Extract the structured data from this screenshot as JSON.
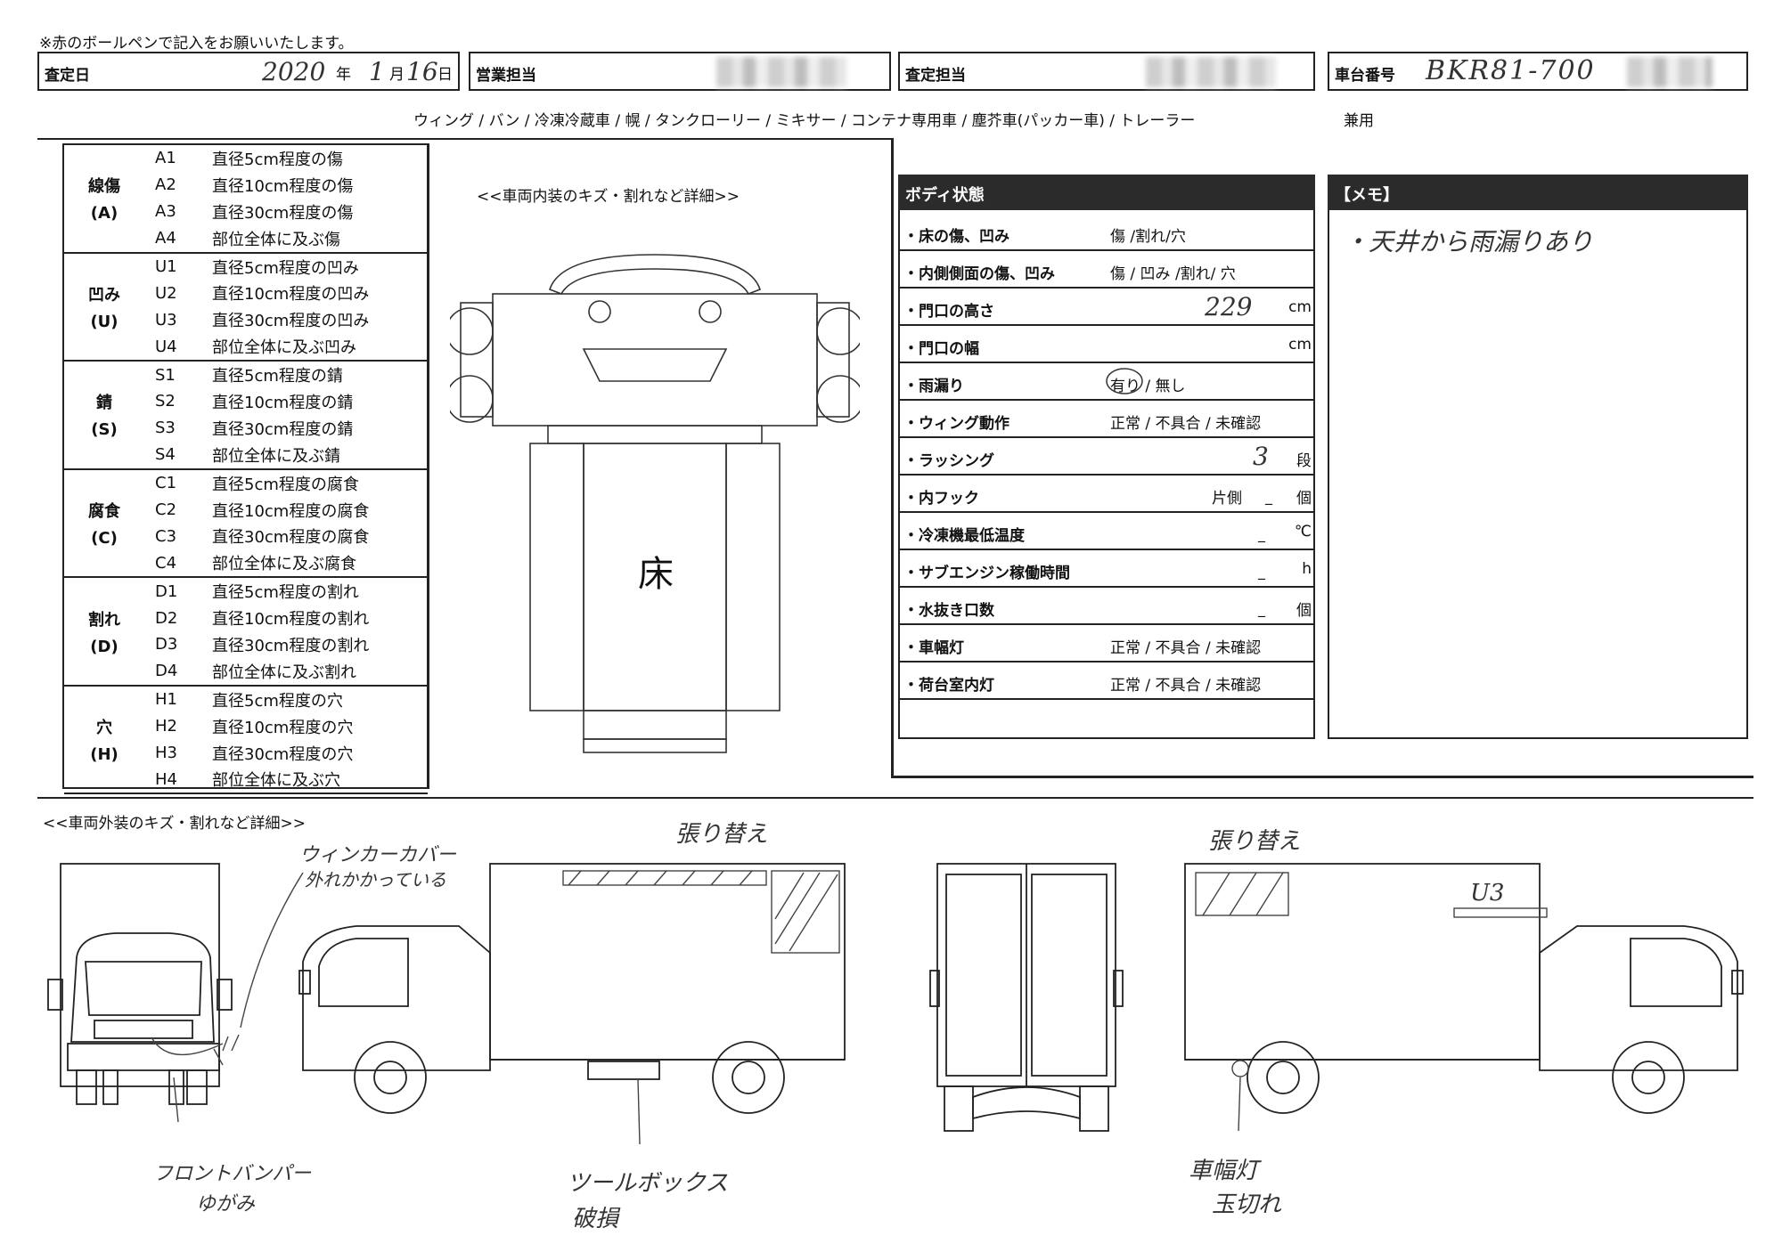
{
  "top_note": "※赤のボールペンで記入をお願いいたします。",
  "header": {
    "date_label": "査定日",
    "date_year": "2020",
    "date_year_unit": "年",
    "date_month": "1",
    "date_month_unit": "月",
    "date_day": "16",
    "date_day_unit": "日",
    "sales_label": "営業担当",
    "assessor_label": "査定担当",
    "chassis_label": "車台番号",
    "chassis_value": "BKR81-700"
  },
  "vehicle_types": "ウィング / バン / 冷凍冷蔵車 / 幌 / タンクローリー / ミキサー / コンテナ専用車 / 塵芥車(パッカー車) / トレーラー",
  "vehicle_types_suffix": "兼用",
  "legend": [
    {
      "cat": "線傷",
      "abbr": "(A)",
      "items": [
        [
          "A1",
          "直径5cm程度の傷"
        ],
        [
          "A2",
          "直径10cm程度の傷"
        ],
        [
          "A3",
          "直径30cm程度の傷"
        ],
        [
          "A4",
          "部位全体に及ぶ傷"
        ]
      ]
    },
    {
      "cat": "凹み",
      "abbr": "(U)",
      "items": [
        [
          "U1",
          "直径5cm程度の凹み"
        ],
        [
          "U2",
          "直径10cm程度の凹み"
        ],
        [
          "U3",
          "直径30cm程度の凹み"
        ],
        [
          "U4",
          "部位全体に及ぶ凹み"
        ]
      ]
    },
    {
      "cat": "錆",
      "abbr": "(S)",
      "items": [
        [
          "S1",
          "直径5cm程度の錆"
        ],
        [
          "S2",
          "直径10cm程度の錆"
        ],
        [
          "S3",
          "直径30cm程度の錆"
        ],
        [
          "S4",
          "部位全体に及ぶ錆"
        ]
      ]
    },
    {
      "cat": "腐食",
      "abbr": "(C)",
      "items": [
        [
          "C1",
          "直径5cm程度の腐食"
        ],
        [
          "C2",
          "直径10cm程度の腐食"
        ],
        [
          "C3",
          "直径30cm程度の腐食"
        ],
        [
          "C4",
          "部位全体に及ぶ腐食"
        ]
      ]
    },
    {
      "cat": "割れ",
      "abbr": "(D)",
      "items": [
        [
          "D1",
          "直径5cm程度の割れ"
        ],
        [
          "D2",
          "直径10cm程度の割れ"
        ],
        [
          "D3",
          "直径30cm程度の割れ"
        ],
        [
          "D4",
          "部位全体に及ぶ割れ"
        ]
      ]
    },
    {
      "cat": "穴",
      "abbr": "(H)",
      "items": [
        [
          "H1",
          "直径5cm程度の穴"
        ],
        [
          "H2",
          "直径10cm程度の穴"
        ],
        [
          "H3",
          "直径30cm程度の穴"
        ],
        [
          "H4",
          "部位全体に及ぶ穴"
        ]
      ]
    }
  ],
  "interior_title": "<<車両内装のキズ・割れなど詳細>>",
  "floor_label": "床",
  "body_condition": {
    "title": "ボディ状態",
    "rows": [
      {
        "label": "・床の傷、凹み",
        "value": "傷 /割れ/穴",
        "unit": "",
        "hand": ""
      },
      {
        "label": "・内側側面の傷、凹み",
        "value": "傷 / 凹み /割れ/ 穴",
        "unit": "",
        "hand": ""
      },
      {
        "label": "・門口の高さ",
        "value": "",
        "unit": "cm",
        "hand": "229"
      },
      {
        "label": "・門口の幅",
        "value": "",
        "unit": "cm",
        "hand": ""
      },
      {
        "label": "・雨漏り",
        "value": "有り / 無し",
        "unit": "",
        "hand": ""
      },
      {
        "label": "・ウィング動作",
        "value": "正常 / 不具合 / 未確認",
        "unit": "",
        "hand": ""
      },
      {
        "label": "・ラッシング",
        "value": "",
        "unit": "段",
        "hand": "3"
      },
      {
        "label": "・内フック",
        "value": "片側",
        "unit": "個",
        "hand": ""
      },
      {
        "label": "・冷凍機最低温度",
        "value": "",
        "unit": "℃",
        "hand": ""
      },
      {
        "label": "・サブエンジン稼働時間",
        "value": "",
        "unit": "h",
        "hand": ""
      },
      {
        "label": "・水抜き口数",
        "value": "",
        "unit": "個",
        "hand": ""
      },
      {
        "label": "・車幅灯",
        "value": "正常 / 不具合 / 未確認",
        "unit": "",
        "hand": ""
      },
      {
        "label": "・荷台室内灯",
        "value": "正常 / 不具合 / 未確認",
        "unit": "",
        "hand": ""
      }
    ]
  },
  "memo": {
    "title": "【メモ】",
    "text": "・天井から雨漏りあり"
  },
  "exterior_title": "<<車両外装のキズ・割れなど詳細>>",
  "annotations": {
    "winker_line1": "ウィンカーカバー",
    "winker_line2": "外れかかっている",
    "front_bumper_line1": "フロントバンパー",
    "front_bumper_line2": "ゆがみ",
    "replace_left": "張り替え",
    "toolbox_line1": "ツールボックス",
    "toolbox_line2": "破損",
    "replace_right": "張り替え",
    "dent_code": "U3",
    "sidelight_line1": "車幅灯",
    "sidelight_line2": "玉切れ"
  }
}
